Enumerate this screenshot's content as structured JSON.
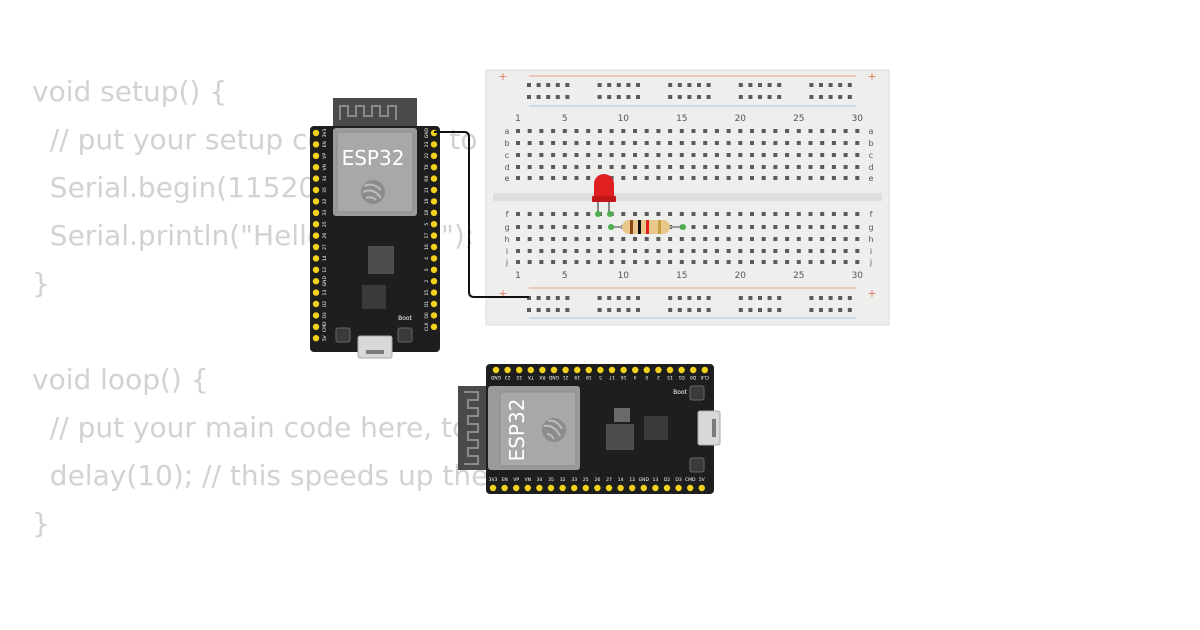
{
  "code": {
    "lines": [
      "void setup() {",
      "  // put your setup code here, to run once:",
      "  Serial.begin(115200);",
      "  Serial.println(\"Hello, ESP32!\");",
      "}",
      "",
      "void loop() {",
      "  // put your main code here, to run repeatedly:",
      "  delay(10); // this speeds up the simulation",
      "}"
    ]
  },
  "breadboard": {
    "column_numbers": [
      "1",
      "5",
      "10",
      "15",
      "20",
      "25",
      "30"
    ],
    "row_letters_top": [
      "a",
      "b",
      "c",
      "d",
      "e"
    ],
    "row_letters_bottom": [
      "f",
      "g",
      "h",
      "i",
      "j"
    ],
    "rail_plus": "+",
    "colors": {
      "board": "#eeeeed",
      "hole": "#5a5a5a",
      "rail_red": "#e8a08a",
      "rail_blue": "#9cc6e6"
    }
  },
  "esp32_vertical": {
    "chip_label": "ESP32",
    "button_label": "Boot",
    "right_pins": [
      "GND",
      "23",
      "22",
      "TX",
      "RX",
      "21",
      "19",
      "18",
      "5",
      "17",
      "16",
      "4",
      "0",
      "2",
      "15",
      "D1",
      "D0",
      "CLK"
    ],
    "left_pins": [
      "3V3",
      "EN",
      "VP",
      "VN",
      "34",
      "35",
      "32",
      "33",
      "25",
      "26",
      "27",
      "14",
      "12",
      "GND",
      "13",
      "D2",
      "D3",
      "CMD",
      "5V"
    ]
  },
  "esp32_horizontal": {
    "chip_label": "ESP32",
    "button_label": "Boot",
    "top_pins": [
      "GND",
      "23",
      "22",
      "TX",
      "RX",
      "GND",
      "21",
      "19",
      "18",
      "5",
      "17",
      "16",
      "4",
      "0",
      "2",
      "15",
      "D1",
      "D0",
      "CLK"
    ],
    "bottom_pins": [
      "3V3",
      "EN",
      "VP",
      "VN",
      "34",
      "35",
      "32",
      "33",
      "25",
      "26",
      "27",
      "14",
      "12",
      "GND",
      "13",
      "D2",
      "D3",
      "CMD",
      "5V"
    ]
  },
  "colors": {
    "pcb": "#1e1e1e",
    "pin": "#f3d21c",
    "module": "#9a9a9a",
    "antenna": "#4a4a4a",
    "wire": "#111111",
    "led": "#e02020",
    "resistor": "#e8c88a"
  }
}
